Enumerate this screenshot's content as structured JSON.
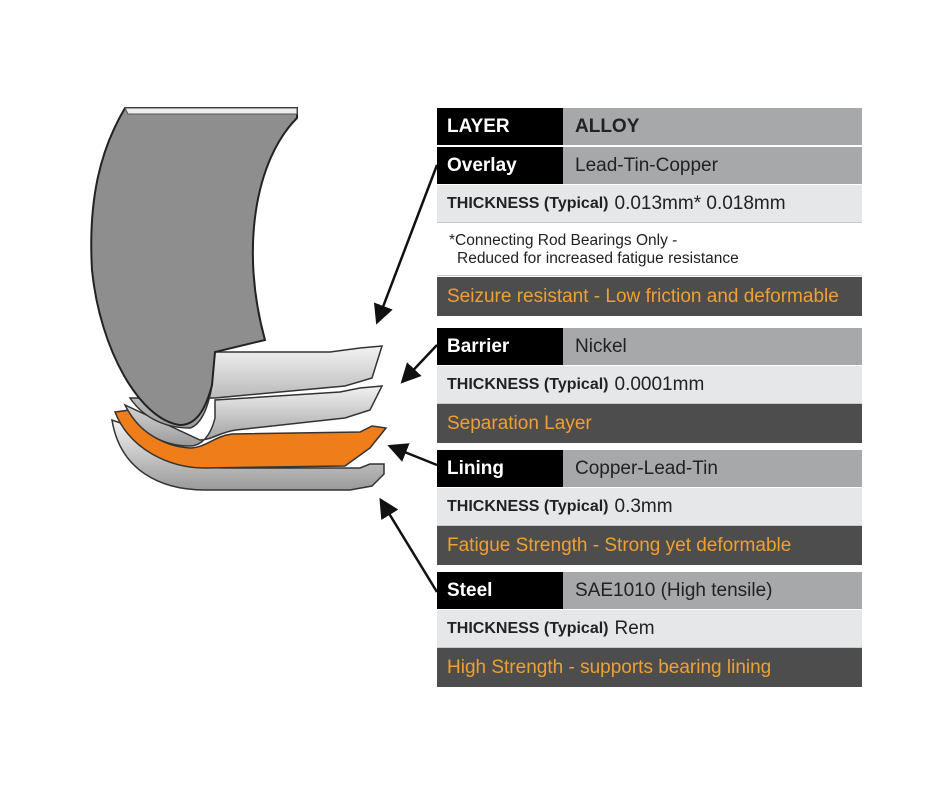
{
  "header": {
    "layer": "LAYER",
    "alloy": "ALLOY"
  },
  "thickness_label": "THICKNESS (Typical)",
  "layers": [
    {
      "name": "Overlay",
      "alloy": "Lead-Tin-Copper",
      "thickness": "0.013mm* 0.018mm",
      "note": [
        "*Connecting Rod Bearings Only -",
        "Reduced for increased fatigue resistance"
      ],
      "property": "Seizure resistant - Low friction and deformable"
    },
    {
      "name": "Barrier",
      "alloy": "Nickel",
      "thickness": "0.0001mm",
      "property": "Separation Layer"
    },
    {
      "name": "Lining",
      "alloy": "Copper-Lead-Tin",
      "thickness": "0.3mm",
      "property": "Fatigue Strength - Strong yet deformable"
    },
    {
      "name": "Steel",
      "alloy": "SAE1010 (High tensile)",
      "thickness": "Rem",
      "property": "High Strength - supports bearing lining"
    }
  ],
  "colors": {
    "lining": "#ef7d1a",
    "property_text": "#f0a030",
    "dark_band": "#4d4d4d"
  }
}
